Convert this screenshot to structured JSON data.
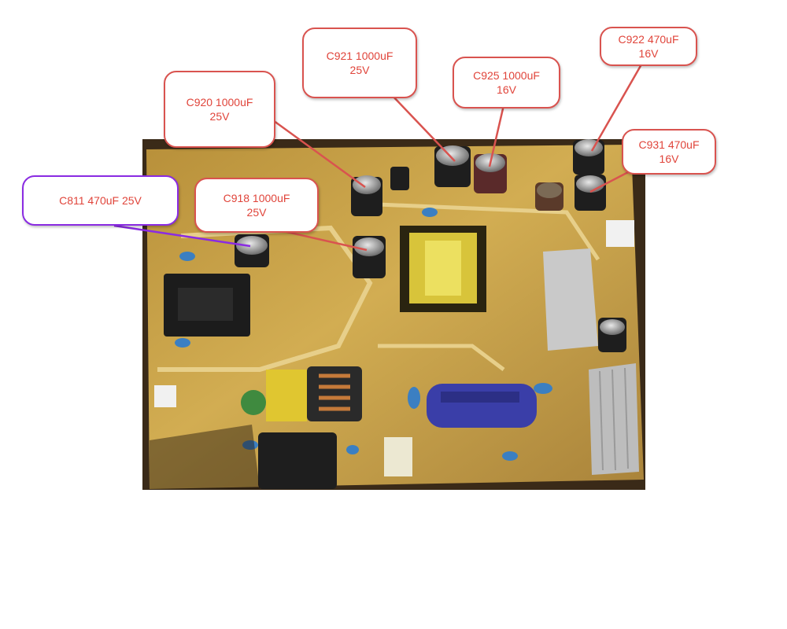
{
  "colors": {
    "callout_border": "#d9534f",
    "callout_text": "#e0443a",
    "callout_alt_border": "#8a2be2",
    "pcb": "#c9a24a"
  },
  "callouts": {
    "c920": {
      "line1": "C920 1000uF",
      "line2": "25V"
    },
    "c921": {
      "line1": "C921 1000uF",
      "line2": "25V"
    },
    "c925": {
      "line1": "C925 1000uF",
      "line2": "16V"
    },
    "c922": {
      "line1": "C922 470uF",
      "line2": "16V"
    },
    "c931": {
      "line1": "C931 470uF",
      "line2": "16V"
    },
    "c918": {
      "line1": "C918 1000uF",
      "line2": "25V"
    },
    "c811": {
      "line1": "C811 470uF 25V"
    }
  }
}
